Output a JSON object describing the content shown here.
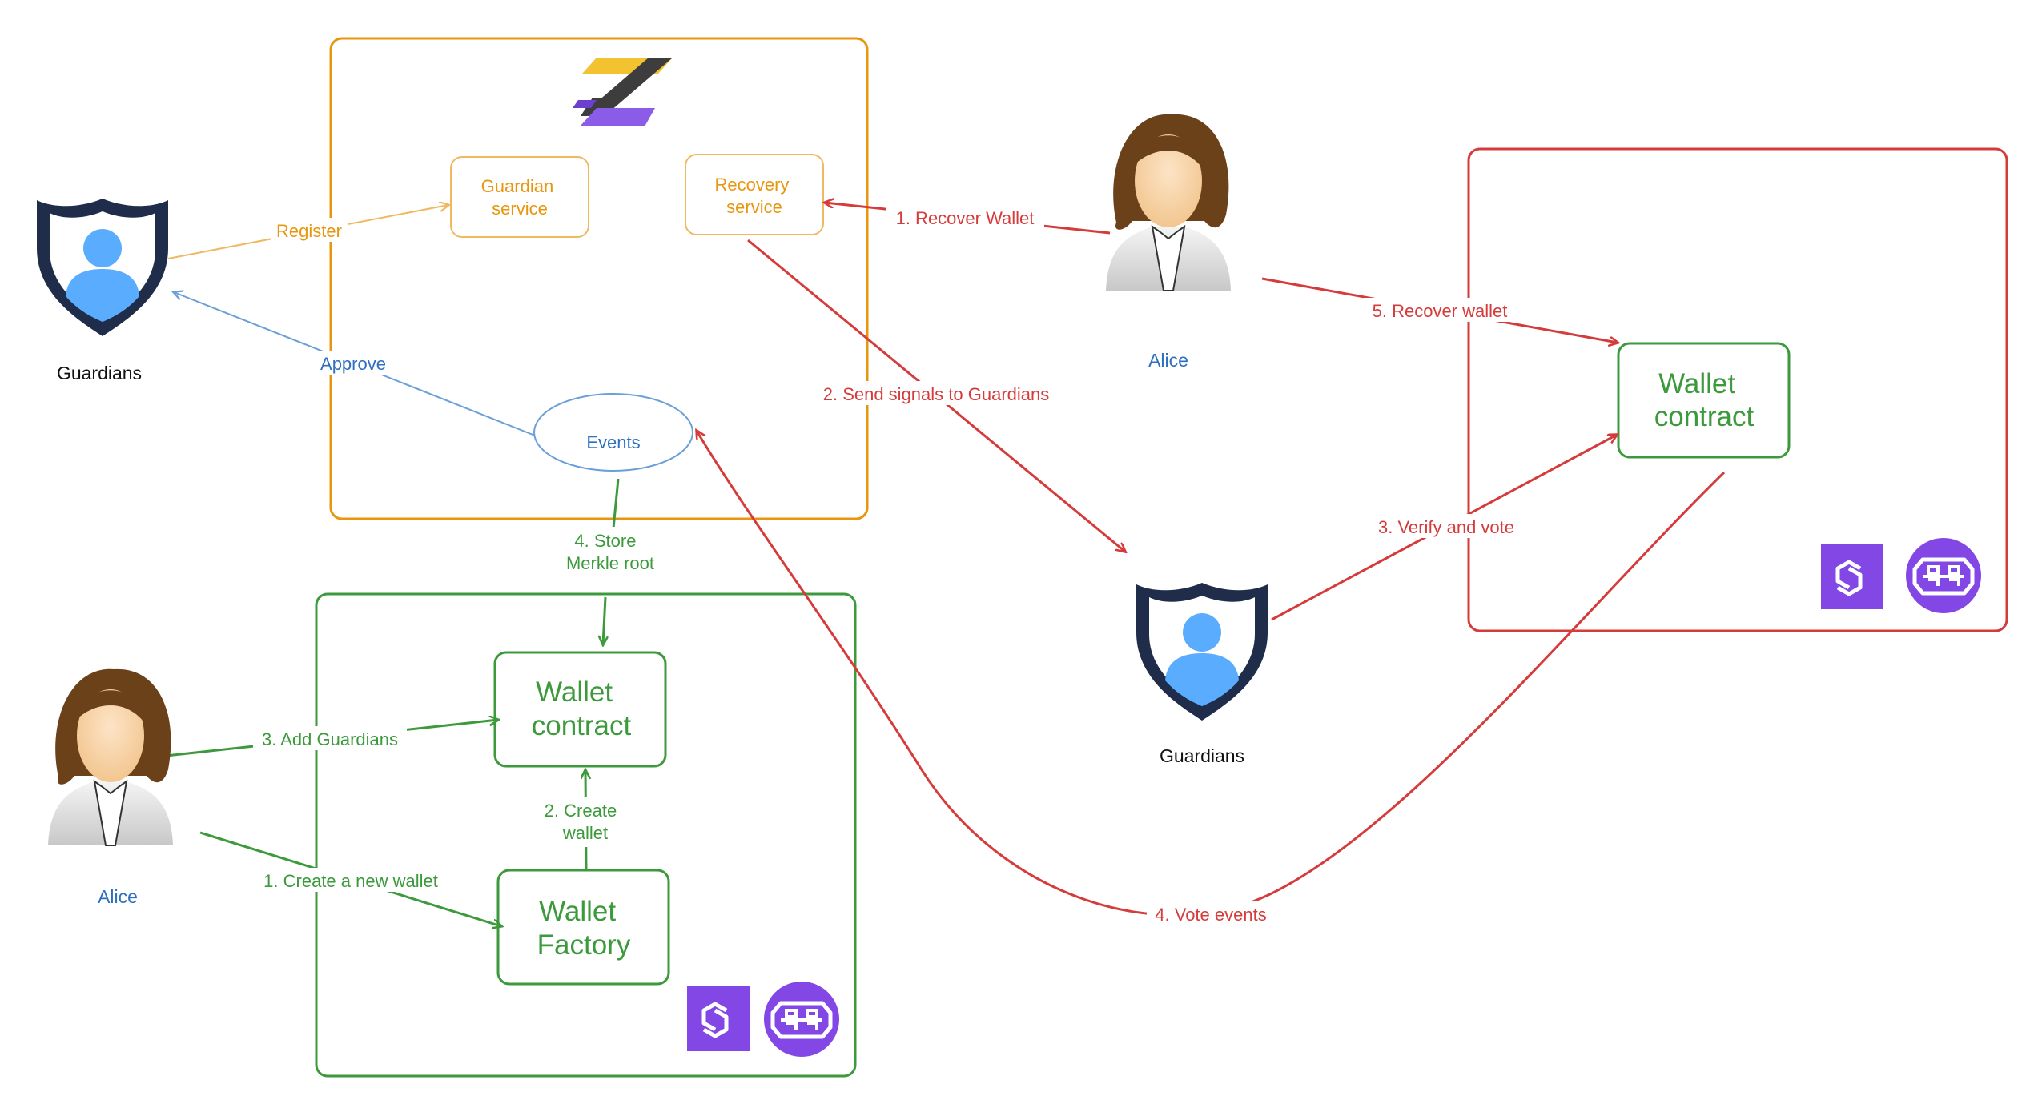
{
  "colors": {
    "orange": "#e8960f",
    "red": "#d63b3b",
    "green": "#3c9a3c",
    "blue": "#2e6fbf",
    "navy": "#1f2d4a",
    "purple": "#8247e5",
    "lightblue": "#5aacff"
  },
  "actors": {
    "guardians_left": "Guardians",
    "guardians_right": "Guardians",
    "alice_top": "Alice",
    "alice_bottom": "Alice"
  },
  "zk_box": {
    "logo_icon": "zksync-logo-icon",
    "guardian_service": [
      "Guardian",
      "service"
    ],
    "recovery_service": [
      "Recovery",
      "service"
    ],
    "events": "Events"
  },
  "chain_box_left": {
    "wallet_contract": [
      "Wallet",
      "contract"
    ],
    "wallet_factory": [
      "Wallet",
      "Factory"
    ],
    "icons": [
      "polygon-logo-icon",
      "polygon-id-logo-icon"
    ]
  },
  "chain_box_right": {
    "wallet_contract": [
      "Wallet",
      "contract"
    ],
    "icons": [
      "polygon-logo-icon",
      "polygon-id-logo-icon"
    ]
  },
  "edges": {
    "register": "Register",
    "approve": "Approve",
    "store_merkle": [
      "4. Store",
      "Merkle root"
    ],
    "add_guardians": "3. Add Guardians",
    "create_new_wallet": "1. Create a new wallet",
    "create_wallet": [
      "2. Create",
      "wallet"
    ],
    "recover_wallet_1": "1. Recover Wallet",
    "send_signals": "2. Send signals to Guardians",
    "verify_vote": "3. Verify and vote",
    "recover_wallet_5": "5. Recover wallet",
    "vote_events": "4. Vote events"
  }
}
